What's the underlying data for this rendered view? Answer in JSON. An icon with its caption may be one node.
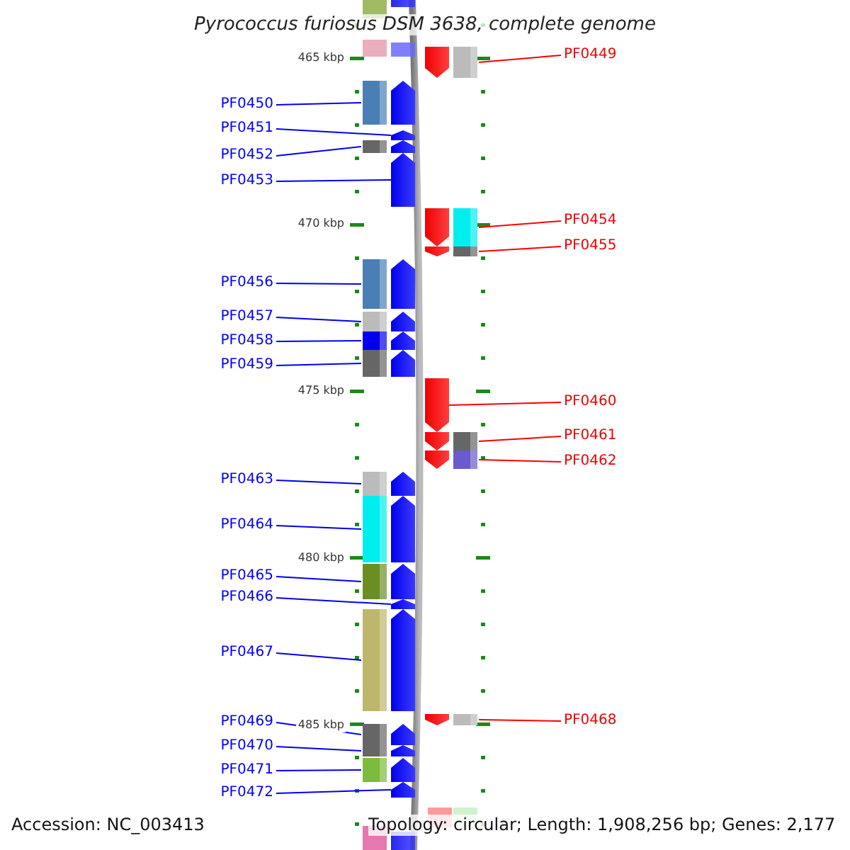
{
  "diagram": {
    "title": "Pyrococcus furiosus DSM 3638, complete genome",
    "nodes": [
      {
        "text": [
          "PF0449"
        ]
      },
      {
        "text": [],
        "shape": "arrow"
      },
      {
        "text": [
          "PF0450"
        ]
      },
      {
        "text": [],
        "shape": "arrow"
      },
      {
        "text": [
          "PF0451"
        ]
      },
      {
        "text": [],
        "shape": "arrow"
      },
      {
        "text": [
          "PF0452"
        ]
      },
      {
        "text": [],
        "shape": "arrow"
      },
      {
        "text": [
          "PF0453"
        ]
      },
      {
        "text": [],
        "shape": "arrow"
      },
      {
        "text": [
          "PF0454"
        ]
      },
      {
        "text": [],
        "shape": "arrow"
      },
      {
        "text": [
          "PF0455"
        ]
      },
      {
        "text": [],
        "shape": "arrow"
      },
      {
        "text": [
          "PF0456"
        ]
      },
      {
        "text": [],
        "shape": "arrow"
      },
      {
        "text": [
          "PF0457"
        ]
      },
      {
        "text": [],
        "shape": "arrow"
      },
      {
        "text": [
          "PF0458"
        ]
      },
      {
        "text": [],
        "shape": "arrow"
      },
      {
        "text": [
          "PF0459"
        ]
      },
      {
        "text": [],
        "shape": "arrow"
      },
      {
        "text": [
          "PF0460"
        ]
      },
      {
        "text": [],
        "shape": "arrow"
      },
      {
        "text": [
          "PF0461"
        ]
      },
      {
        "text": [],
        "shape": "arrow"
      },
      {
        "text": [
          "PF0462"
        ]
      },
      {
        "text": [],
        "shape": "arrow"
      },
      {
        "text": [
          "PF0463"
        ]
      },
      {
        "text": [],
        "shape": "arrow"
      },
      {
        "text": [
          "PF0464"
        ]
      },
      {
        "text": [],
        "shape": "arrow"
      },
      {
        "text": [
          "PF0465"
        ]
      },
      {
        "text": [],
        "shape": "arrow"
      },
      {
        "text": [
          "PF0466"
        ]
      },
      {
        "text": [],
        "shape": "arrow"
      },
      {
        "text": [
          "PF0467"
        ]
      },
      {
        "text": [],
        "shape": "arrow"
      },
      {
        "text": [
          "PF0468"
        ]
      },
      {
        "text": [],
        "shape": "arrow"
      },
      {
        "text": [
          "PF0469"
        ]
      },
      {
        "text": [],
        "shape": "arrow"
      },
      {
        "text": [
          "PF0470"
        ]
      },
      {
        "text": [],
        "shape": "arrow"
      },
      {
        "text": [
          "PF0471"
        ]
      },
      {
        "text": [],
        "shape": "arrow"
      },
      {
        "text": [
          "PF0472"
        ]
      },
      {
        "text": [],
        "shape": "arrow"
      }
    ],
    "edges": [
      {
        "from": 0,
        "to": 1,
        "arrow": "none",
        "color": "#ff0000"
      },
      {
        "from": 2,
        "to": 3,
        "arrow": "none"
      },
      {
        "from": 4,
        "to": 5,
        "arrow": "none"
      },
      {
        "from": 6,
        "to": 7,
        "arrow": "none"
      },
      {
        "from": 8,
        "to": 9,
        "arrow": "none"
      },
      {
        "from": 10,
        "to": 11,
        "arrow": "none",
        "color": "#ff0000"
      },
      {
        "from": 12,
        "to": 13,
        "arrow": "none",
        "color": "#ff0000"
      },
      {
        "from": 14,
        "to": 15,
        "arrow": "none"
      },
      {
        "from": 16,
        "to": 17,
        "arrow": "none"
      },
      {
        "from": 18,
        "to": 19,
        "arrow": "none"
      },
      {
        "from": 20,
        "to": 21,
        "arrow": "none"
      },
      {
        "from": 22,
        "to": 23,
        "arrow": "none",
        "color": "#ff0000"
      },
      {
        "from": 24,
        "to": 25,
        "arrow": "none",
        "color": "#ff0000"
      },
      {
        "from": 26,
        "to": 27,
        "arrow": "none",
        "color": "#ff0000"
      },
      {
        "from": 28,
        "to": 29,
        "arrow": "none"
      },
      {
        "from": 30,
        "to": 31,
        "arrow": "none"
      },
      {
        "from": 32,
        "to": 33,
        "arrow": "none"
      },
      {
        "from": 34,
        "to": 35,
        "arrow": "none"
      },
      {
        "from": 36,
        "to": 37,
        "arrow": "none"
      },
      {
        "from": 38,
        "to": 39,
        "arrow": "none",
        "color": "#ff0000"
      },
      {
        "from": 40,
        "to": 41,
        "arrow": "none"
      },
      {
        "from": 42,
        "to": 43,
        "arrow": "none"
      },
      {
        "from": 44,
        "to": 45,
        "arrow": "none"
      },
      {
        "from": 46,
        "to": 47,
        "arrow": "none"
      }
    ],
    "labels": [
      "465 kbp",
      "470 kbp",
      "475 kbp",
      "480 kbp",
      "485 kbp",
      "Accession: NC_003413",
      "Topology: circular; Length: 1,908,256 bp; Genes: 2,177"
    ]
  }
}
